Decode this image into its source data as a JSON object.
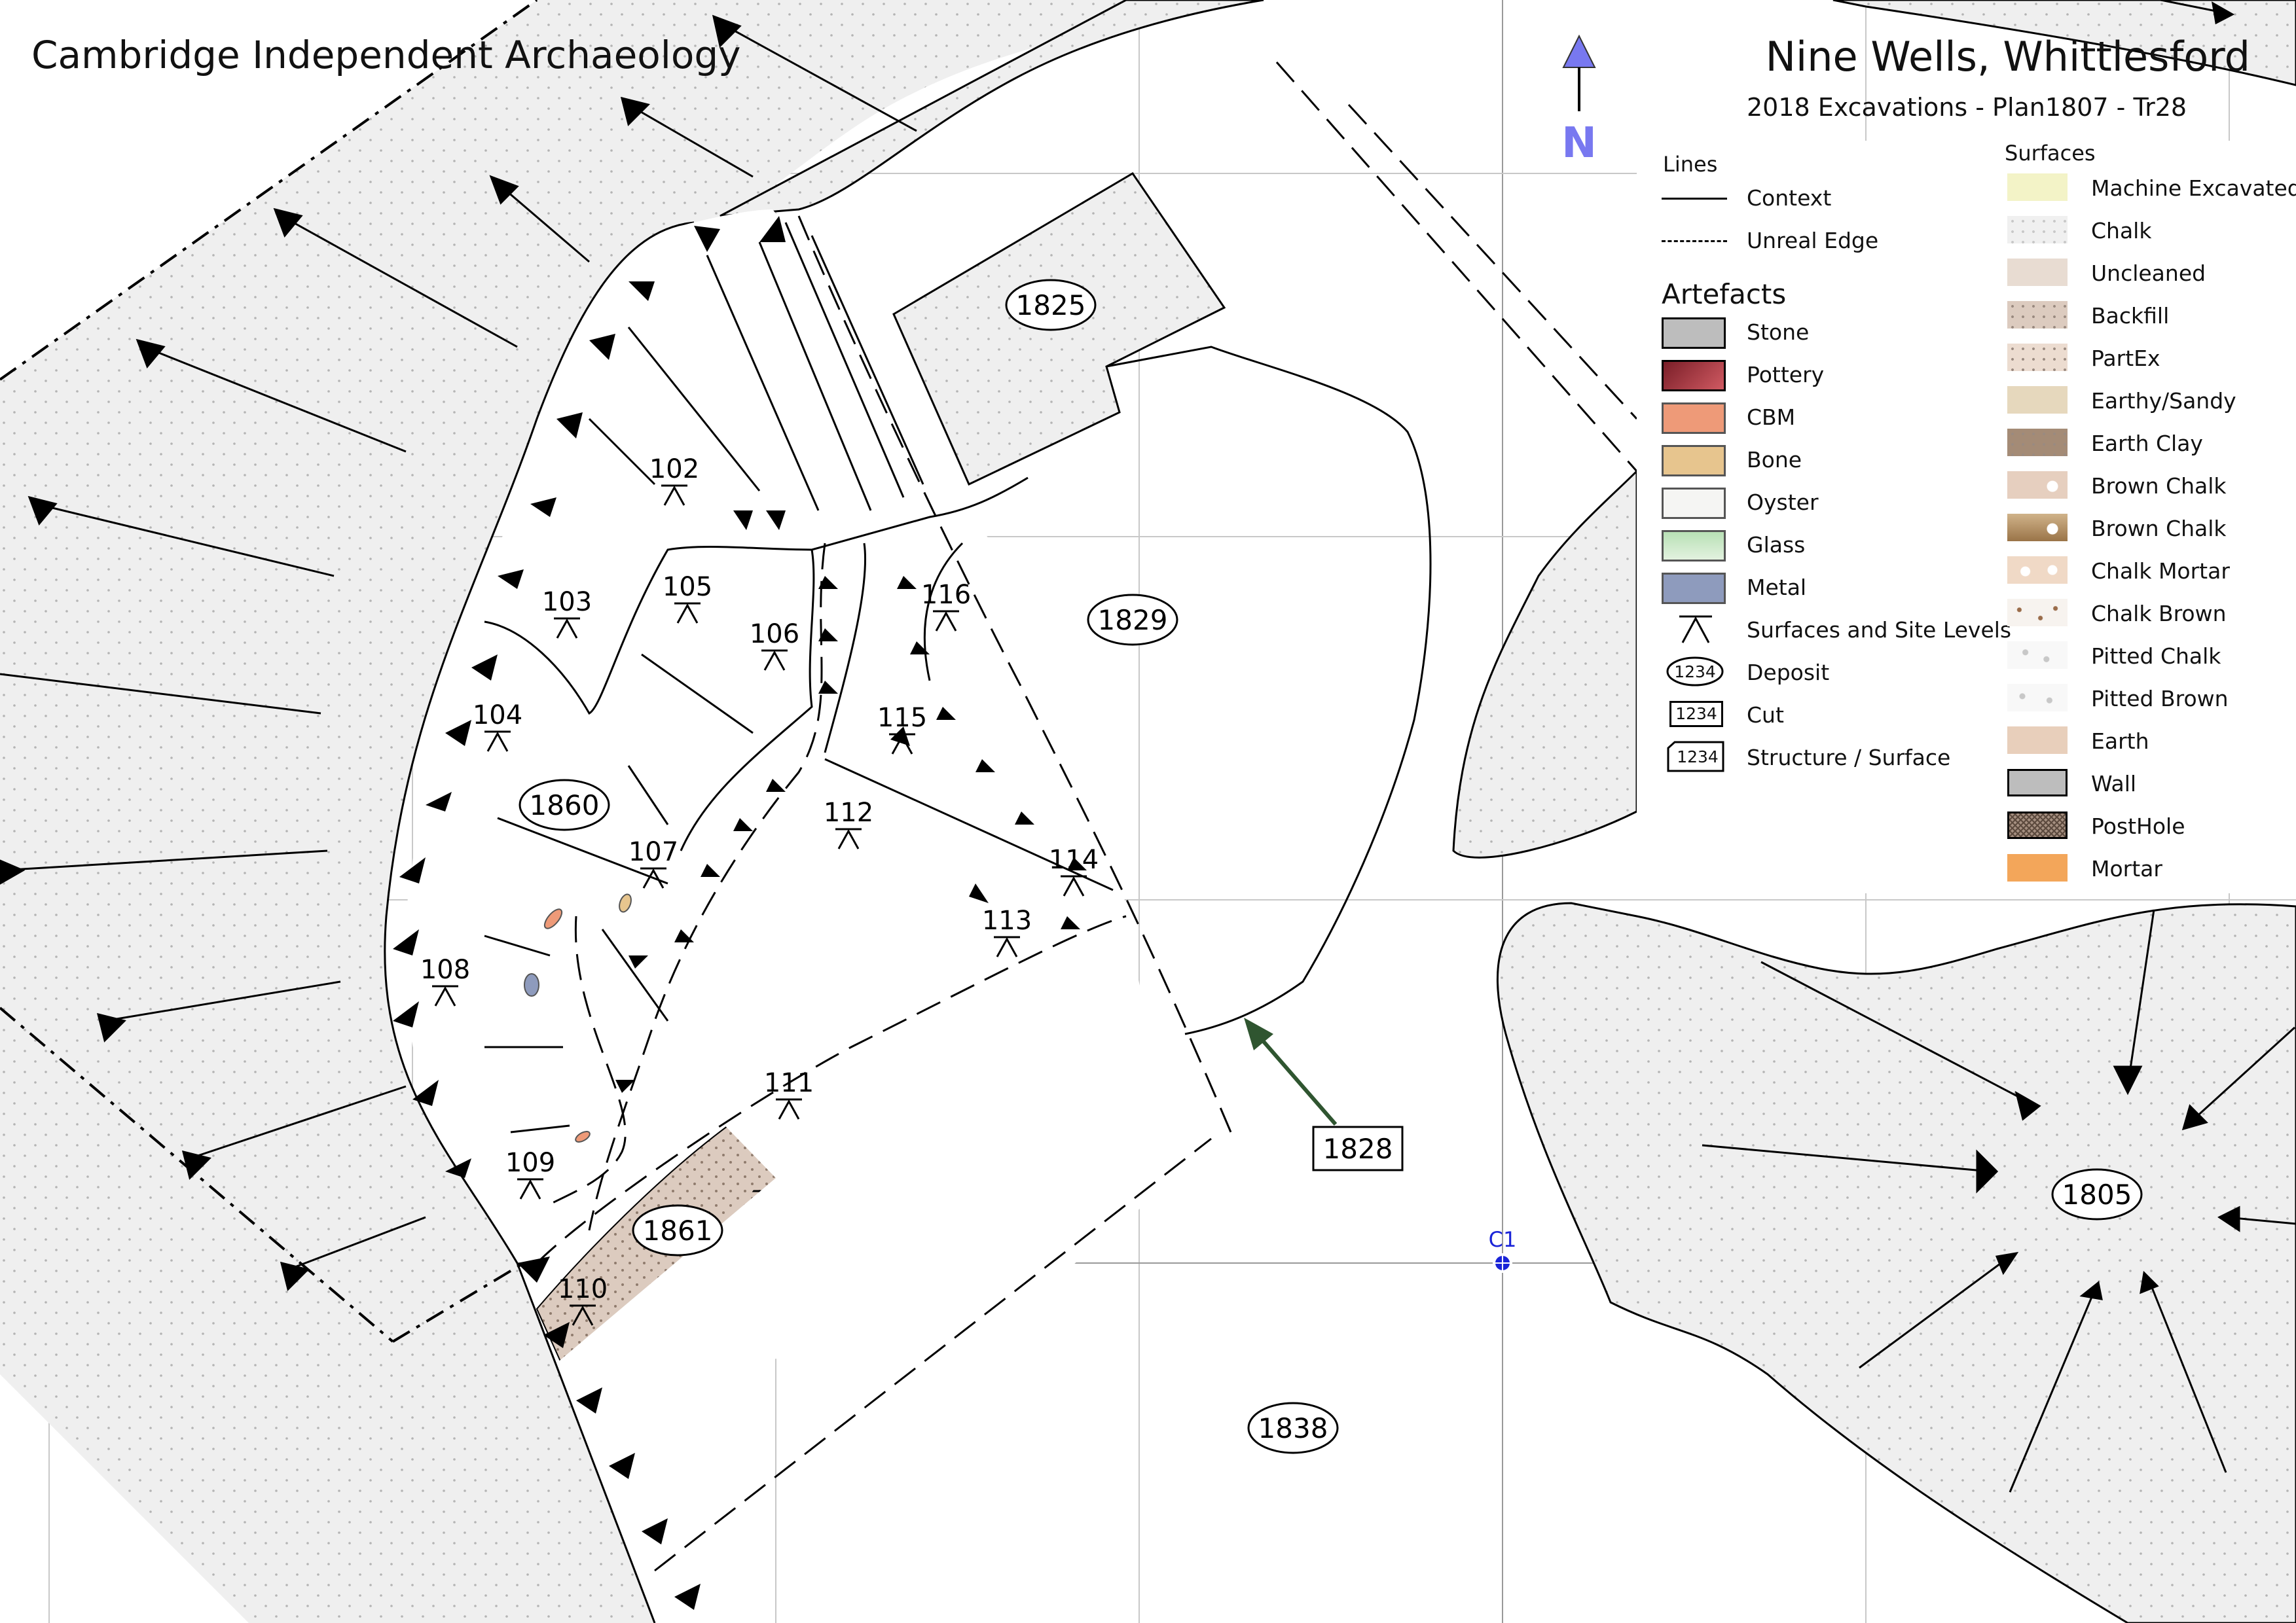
{
  "header": {
    "organisation": "Cambridge Independent Archaeology",
    "site": "Nine Wells, Whittlesford",
    "plan_title": "2018 Excavations - Plan1807 - Tr28",
    "north_label": "N",
    "grid_point": "C1"
  },
  "legend": {
    "lines_heading": "Lines",
    "lines": [
      {
        "label": "Context",
        "style": "solid"
      },
      {
        "label": "Unreal Edge",
        "style": "dashed"
      }
    ],
    "artefacts_heading": "Artefacts",
    "artefacts": [
      {
        "label": "Stone",
        "color": "#bdbdbd"
      },
      {
        "label": "Pottery",
        "color": "#b8414a"
      },
      {
        "label": "CBM",
        "color": "#ee9a78"
      },
      {
        "label": "Bone",
        "color": "#e7c58e"
      },
      {
        "label": "Oyster",
        "color": "#f5f5f3"
      },
      {
        "label": "Glass",
        "color": "#c9e8c6"
      },
      {
        "label": "Metal",
        "color": "#8e9bbd"
      },
      {
        "label": "Surfaces and Site Levels",
        "symbol": "level"
      },
      {
        "label": "Deposit",
        "symbol": "deposit",
        "example": "1234"
      },
      {
        "label": "Cut",
        "symbol": "cut",
        "example": "1234"
      },
      {
        "label": "Structure / Surface",
        "symbol": "structure",
        "example": "1234"
      }
    ],
    "surfaces_heading": "Surfaces",
    "surfaces": [
      {
        "label": "Machine Excavated",
        "color": "#f3f3c7",
        "pattern": "plain"
      },
      {
        "label": "Chalk",
        "color": "#f0f0f0",
        "pattern": "dot-light"
      },
      {
        "label": "Uncleaned",
        "color": "#e8dcd2",
        "pattern": "plain"
      },
      {
        "label": "Backfill",
        "color": "#dccbbf",
        "pattern": "dot"
      },
      {
        "label": "PartEx",
        "color": "#ecdcd0",
        "pattern": "dot"
      },
      {
        "label": "Earthy/Sandy",
        "color": "#e6d8bd",
        "pattern": "plain"
      },
      {
        "label": "Earth Clay",
        "color": "#a48b76",
        "pattern": "dot"
      },
      {
        "label": "Brown Chalk",
        "color": "#e6cfbf",
        "pattern": "blob"
      },
      {
        "label": "Brown Chalk",
        "color": "#b28b5c",
        "pattern": "blob"
      },
      {
        "label": "Chalk Mortar",
        "color": "#f0d9c6",
        "pattern": "blob"
      },
      {
        "label": "Chalk Brown",
        "color": "#f7f3ef",
        "pattern": "fleck"
      },
      {
        "label": "Pitted Chalk",
        "color": "#f8f8f8",
        "pattern": "fleck"
      },
      {
        "label": "Pitted Brown",
        "color": "#f8f8f8",
        "pattern": "fleck"
      },
      {
        "label": "Earth",
        "color": "#e8cfbb",
        "pattern": "plain"
      },
      {
        "label": "Wall",
        "color": "#bdbdbd",
        "pattern": "plain"
      },
      {
        "label": "PostHole",
        "color": "#8e7a6c",
        "pattern": "cross"
      },
      {
        "label": "Mortar",
        "color": "#f3a65a",
        "pattern": "plain"
      }
    ]
  },
  "contexts": {
    "deposits": [
      "1825",
      "1829",
      "1860",
      "1861",
      "1838",
      "1805"
    ],
    "cuts": [
      "1828"
    ],
    "levels": [
      "102",
      "103",
      "104",
      "105",
      "106",
      "107",
      "108",
      "109",
      "110",
      "111",
      "112",
      "113",
      "114",
      "115",
      "116"
    ]
  },
  "colors": {
    "chalk_fill": "#efefef",
    "backfill_fill": "#dccbbf",
    "grid": "#c8c8c8",
    "north_arrow": "#7878f0",
    "arrow_1828": "#2f5530",
    "grid_point": "#1a24d8"
  }
}
